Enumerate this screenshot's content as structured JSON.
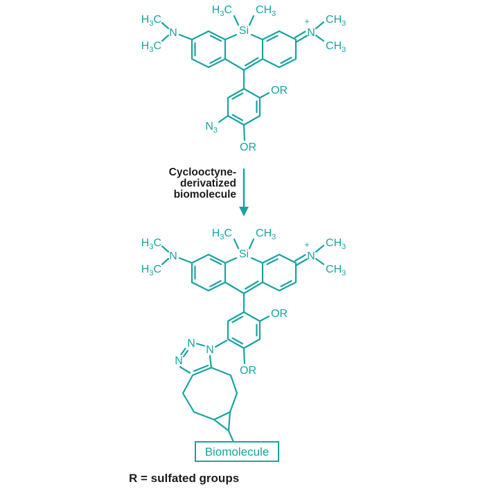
{
  "colors": {
    "structure_teal": "#17a3a0",
    "caption_black": "#1c1c1c",
    "background": "#ffffff"
  },
  "atom_labels": {
    "si": "Si",
    "h3c": "H3C",
    "ch3": "CH3",
    "n": "N",
    "plus": "+",
    "or_group": "OR",
    "azide": "N3"
  },
  "arrow": {
    "label_lines": [
      "Cyclooctyne-",
      "derivatized",
      "biomolecule"
    ]
  },
  "product": {
    "biomolecule_label": "Biomolecule"
  },
  "footnote": "R = sulfated groups"
}
